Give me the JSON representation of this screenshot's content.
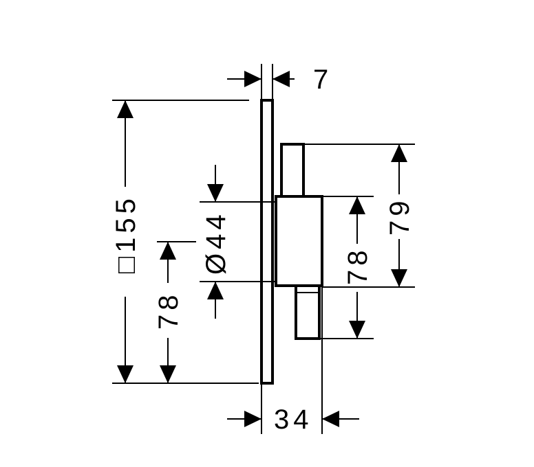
{
  "drawing": {
    "dimensions": {
      "plate_thickness": "7",
      "plate_size": "□155",
      "diameter": "Ø44",
      "left_offset": "78",
      "right_offset": "78",
      "right_height": "79",
      "depth": "34"
    }
  }
}
